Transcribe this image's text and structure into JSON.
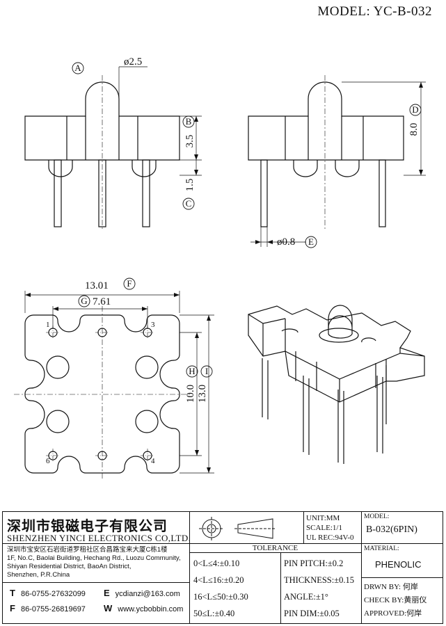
{
  "header": {
    "model": "MODEL: YC-B-032"
  },
  "drawing": {
    "labels": {
      "a": "A",
      "b": "B",
      "c": "C",
      "d": "D",
      "e": "E",
      "f": "F",
      "g": "G",
      "h": "H",
      "i": "I"
    },
    "dims": {
      "head_dia": "ø2.5",
      "body_height": "3.5",
      "pin_standoff": "1.5",
      "total_height": "8.0",
      "pin_dia": "ø0.8",
      "overall_width": "13.01",
      "pin_pitch": "7.61",
      "inner_height": "10.0",
      "overall_height": "13.0"
    },
    "pin_numbers": [
      "1",
      "3",
      "6",
      "4"
    ]
  },
  "title_block": {
    "company_cn": "深圳市银磁电子有限公司",
    "company_en": "SHENZHEN YINCI ELECTRONICS CO,LTD.",
    "address_cn": "深圳市宝安区石岩街道罗租社区合昌路宝来大厦C栋1楼",
    "address_en": [
      "1F, No.C, Baolai Building, Hechang Rd., Luozu Community,",
      "Shiyan Residential District, BaoAn District,",
      "Shenzhen, P.R.China"
    ],
    "phone_label": "T",
    "phone": "86-0755-27632099",
    "fax_label": "F",
    "fax": "86-0755-26819697",
    "email_label": "E",
    "email": "ycdianzi@163.com",
    "web_label": "W",
    "web": "www.ycbobbin.com",
    "unit": "UNIT:MM",
    "scale": "SCALE:1/1",
    "ul_rec": "UL REC:94V-0",
    "tolerance_title": "TOLERANCE",
    "tolerances": [
      "0<L≤4:±0.10",
      "4<L≤16:±0.20",
      "16<L≤50:±0.30",
      "50≤L:±0.40"
    ],
    "specs": [
      "PIN PITCH:±0.2",
      "THICKNESS:±0.15",
      "ANGLE:±1°",
      "PIN DIM:±0.05"
    ],
    "model_label": "MODEL:",
    "model_value": "B-032(6PIN)",
    "material_label": "MATERIAL:",
    "material_value": "PHENOLIC",
    "drawn_by": "DRWN BY: 何岸",
    "check_by": "CHECK BY:黄丽仪",
    "approved": "APPROVED:何岸"
  }
}
